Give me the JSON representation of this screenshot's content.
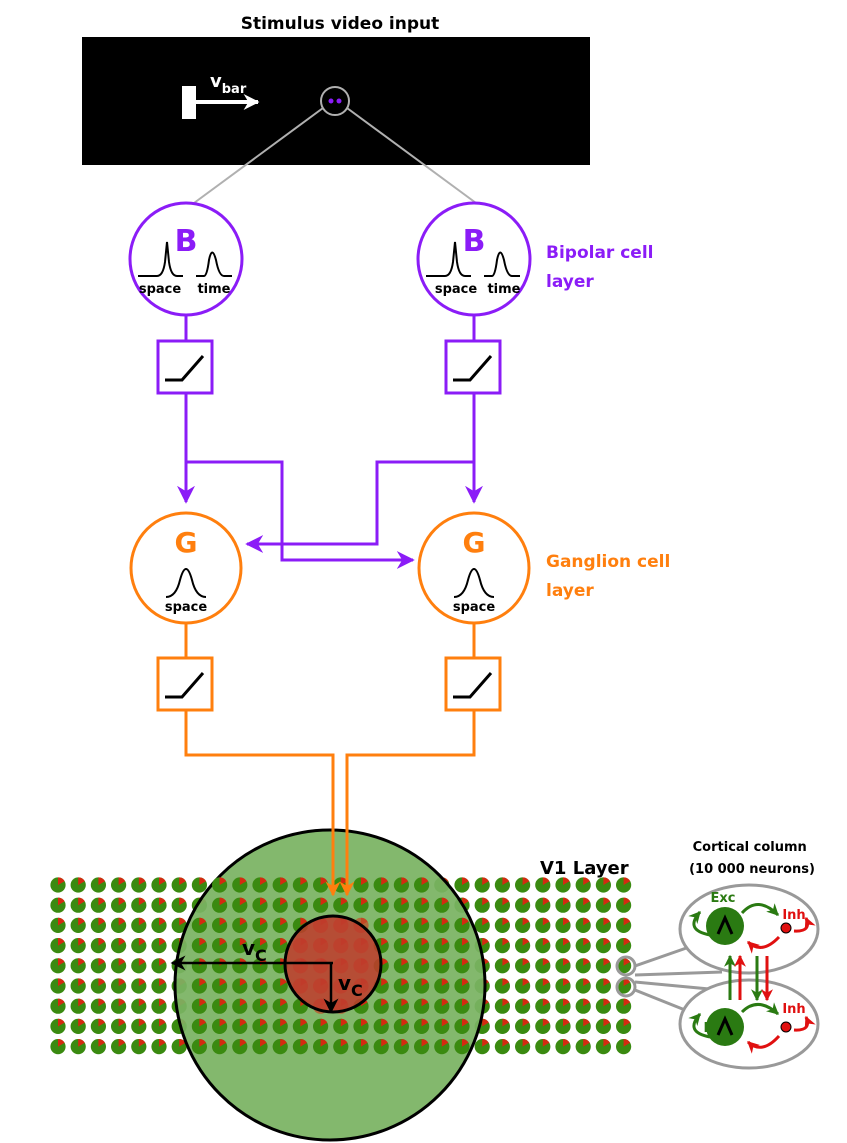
{
  "stimulus": {
    "title": "Stimulus video input",
    "v_main": "v",
    "v_sub": "bar"
  },
  "bipolar": {
    "cell_letter": "B",
    "space_label": "space",
    "time_label": "time",
    "layer_label_line1": "Bipolar cell",
    "layer_label_line2": "layer"
  },
  "ganglion": {
    "cell_letter": "G",
    "space_label": "space",
    "layer_label_line1": "Ganglion cell",
    "layer_label_line2": "layer"
  },
  "v1": {
    "layer_label": "V1 Layer",
    "vc_main": "v",
    "vc_sub": "C",
    "grid_rows": 9,
    "grid_cols": 29
  },
  "cortical_column": {
    "title_line1": "Cortical column",
    "title_line2": "(10 000 neurons)",
    "exc_label": "Exc",
    "inh_label": "Inh"
  },
  "colors": {
    "bipolar": "#8b1cf7",
    "ganglion": "#ff7f0e",
    "exc": "#2a7a12",
    "inh": "#e01010",
    "dot_green": "#3a8a10",
    "dot_red": "#d42a10",
    "big_circle": "#7ab362",
    "center_circle": "#c0392b",
    "connector": "#b0b0b0",
    "column_outline": "#999999"
  }
}
